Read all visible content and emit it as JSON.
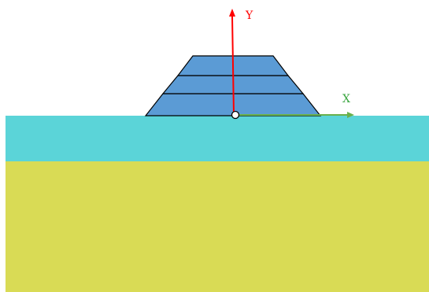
{
  "axes": {
    "y_label": "Y",
    "x_label": "X",
    "y_color": "#ff0000",
    "x_color": "#6ab04c"
  },
  "layers": {
    "water_color": "#5bd4d8",
    "soil_color": "#d9db55",
    "embankment_fill": "#5b9bd5",
    "embankment_stroke": "#000000"
  },
  "embankment": {
    "tier_count": 3
  }
}
